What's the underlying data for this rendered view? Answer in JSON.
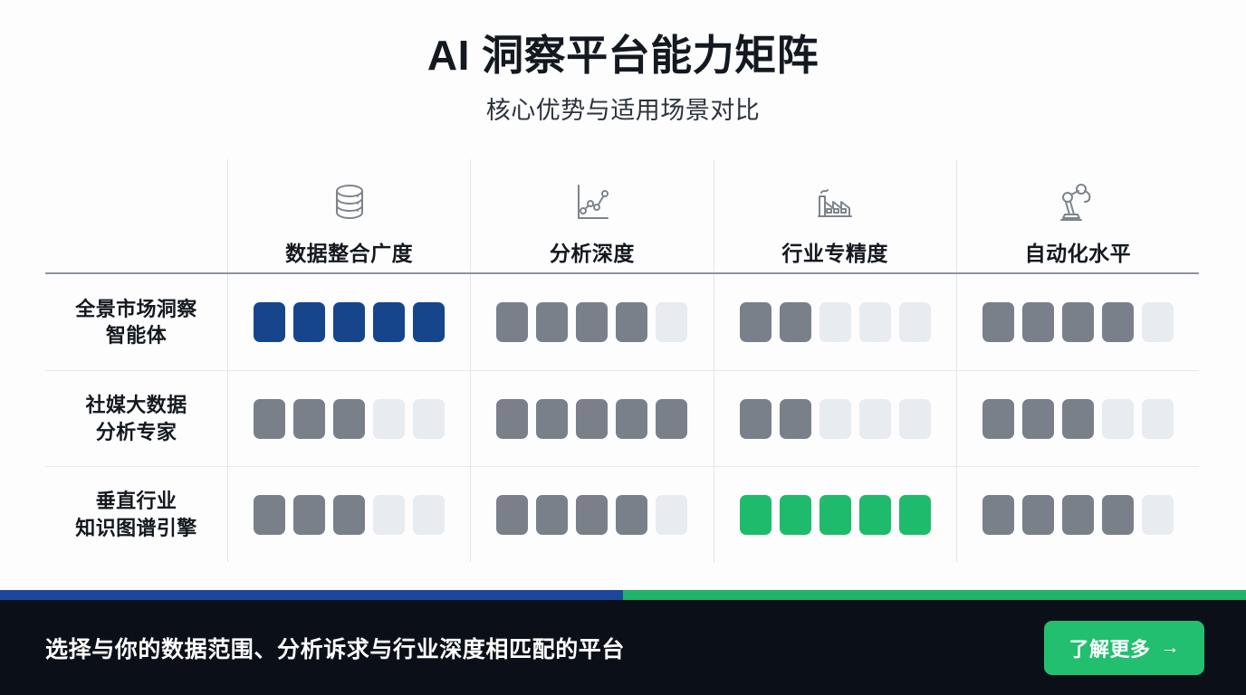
{
  "header": {
    "title": "AI 洞察平台能力矩阵",
    "subtitle": "核心优势与适用场景对比"
  },
  "matrix": {
    "columns": [
      {
        "label": "数据整合广度",
        "icon": "database-icon"
      },
      {
        "label": "分析深度",
        "icon": "line-chart-icon"
      },
      {
        "label": "行业专精度",
        "icon": "factory-icon"
      },
      {
        "label": "自动化水平",
        "icon": "robot-arm-icon"
      }
    ],
    "rows": [
      {
        "label_line1": "全景市场洞察",
        "label_line2": "智能体",
        "scores": [
          5,
          4,
          2,
          4
        ],
        "colors": [
          "blue",
          "gray",
          "gray",
          "gray"
        ]
      },
      {
        "label_line1": "社媒大数据",
        "label_line2": "分析专家",
        "scores": [
          3,
          5,
          2,
          3
        ],
        "colors": [
          "gray",
          "gray",
          "gray",
          "gray"
        ]
      },
      {
        "label_line1": "垂直行业",
        "label_line2": "知识图谱引擎",
        "scores": [
          3,
          4,
          5,
          4
        ],
        "colors": [
          "gray",
          "gray",
          "green",
          "gray"
        ]
      }
    ],
    "max_score": 5
  },
  "footer": {
    "message": "选择与你的数据范围、分析诉求与行业深度相匹配的平台",
    "cta_label": "了解更多",
    "cta_arrow": "→"
  },
  "colors": {
    "accent_blue": "#16458c",
    "accent_green": "#1fbb6c",
    "neutral_gray": "#7a808a",
    "empty_gray": "#e8ebef",
    "footer_bg": "#0b0f18",
    "cta_bg": "#22bf6e"
  }
}
